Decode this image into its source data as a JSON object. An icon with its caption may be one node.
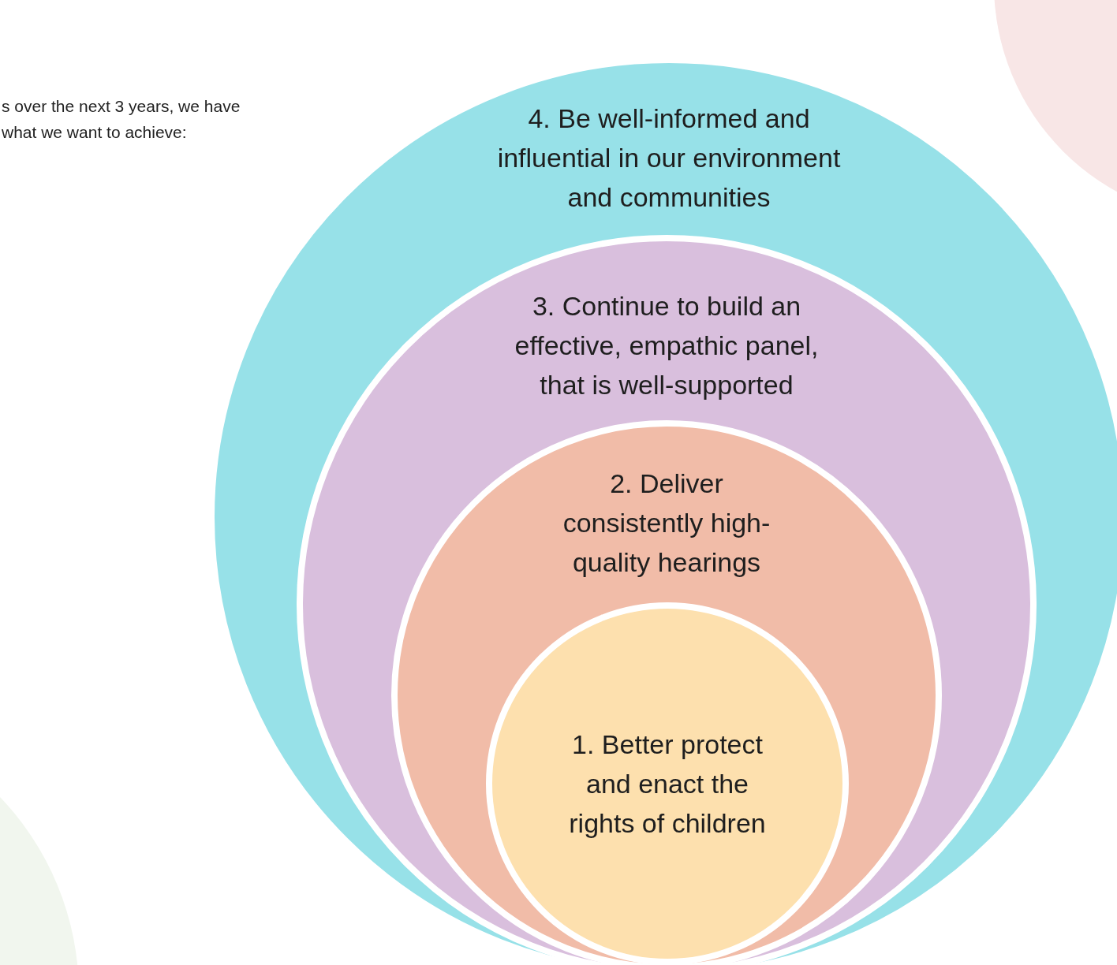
{
  "diagram": {
    "nodes": [
      {
        "text": [
          "4. Be well-informed and influential in our environment and communities"
        ]
      },
      {
        "text": [
          "3. Continue to build an effective, empathic panel, that is well-supported"
        ],
        "in": 0
      },
      {
        "text": [
          "2. Deliver consistently high-quality hearings"
        ],
        "in": 1
      },
      {
        "text": [
          "1. Better protect and enact the rights of children"
        ],
        "in": 2
      }
    ],
    "labels": [
      "s over the next 3 years, we have what we want to achieve:"
    ]
  }
}
